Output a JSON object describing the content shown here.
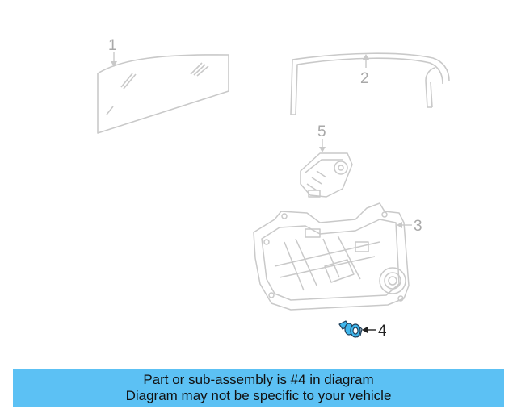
{
  "diagram": {
    "callouts": [
      {
        "number": "1",
        "part": "door-glass"
      },
      {
        "number": "2",
        "part": "glass-run-channel"
      },
      {
        "number": "3",
        "part": "window-regulator-panel"
      },
      {
        "number": "4",
        "part": "fastener-clip",
        "highlighted": true
      },
      {
        "number": "5",
        "part": "window-motor"
      }
    ],
    "colors": {
      "line": "#c9c9c9",
      "callout_text": "#a9a9a9",
      "highlight_fill": "#3fb6ec",
      "highlight_stroke": "#1f3f5a",
      "highlight_text": "#222222"
    }
  },
  "banner": {
    "line1": "Part or sub-assembly is #4 in diagram",
    "line2": "Diagram may not be specific to your vehicle",
    "background": "#5cc1f4"
  }
}
